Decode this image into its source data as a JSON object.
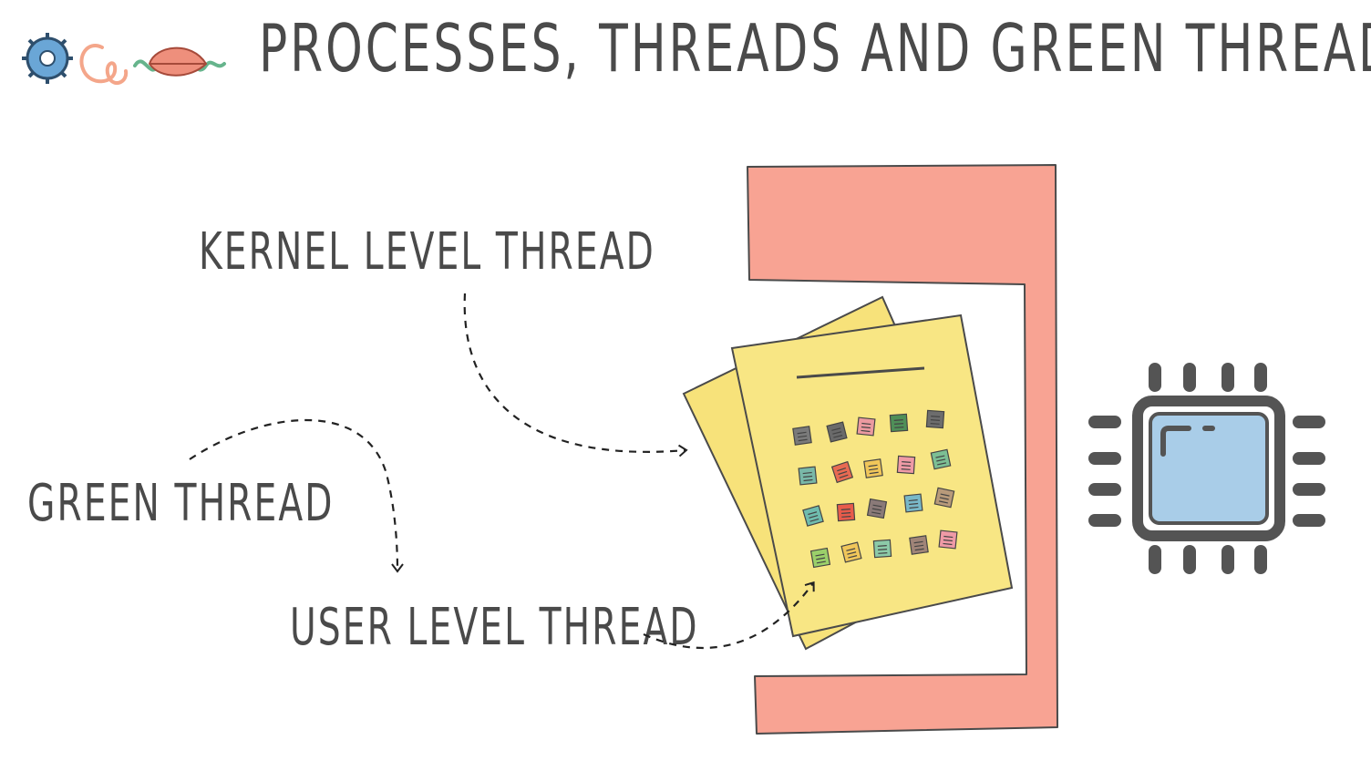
{
  "title": "PROCESSES, THREADS AND GREEN THREADS",
  "labels": {
    "kernel": "KERNEL LEVEL THREAD",
    "green": "GREEN THREAD",
    "user": "USER LEVEL THREAD"
  },
  "colors": {
    "text": "#4a4a4a",
    "process_box": "#f8a393",
    "paper": "#f7e27a",
    "chip_outline": "#545454",
    "chip_screen": "#a9cde8",
    "logo_gear": "#6aa6d6",
    "logo_leaf": "#ee8f7c",
    "logo_wave": "#66b48c"
  },
  "icons": {
    "logo": "gear-squiggle-leaf-logo",
    "cpu": "cpu-chip-icon",
    "threads": "sticky-note-icons"
  }
}
